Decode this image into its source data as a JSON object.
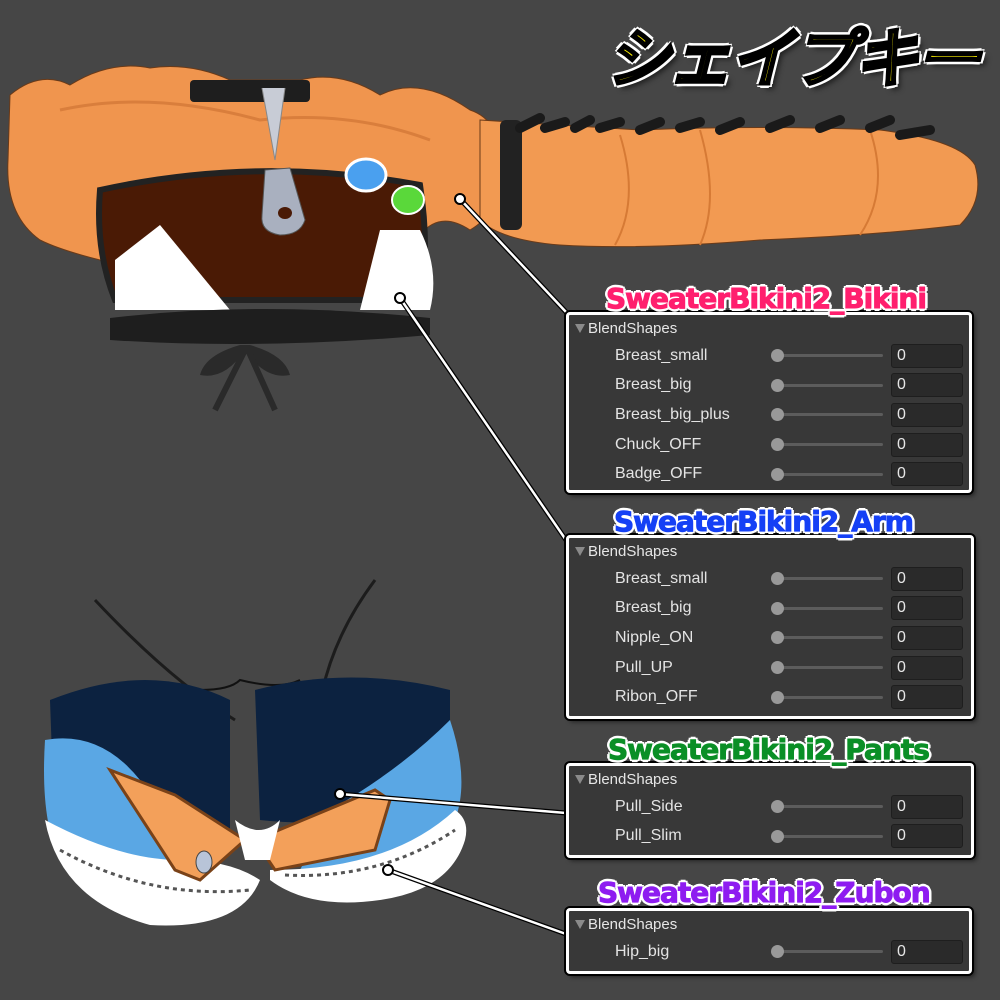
{
  "title": "シェイプキー",
  "colors": {
    "background": "#464646",
    "title_fill": "#fff200",
    "bikini": "#ff1f6e",
    "arm": "#1540f5",
    "pants": "#0a8f26",
    "zubon": "#8e1cf0"
  },
  "panels": [
    {
      "name": "SweaterBikini2_Bikini",
      "section": "BlendShapes",
      "shapes": [
        {
          "label": "Breast_small",
          "value": "0"
        },
        {
          "label": "Breast_big",
          "value": "0"
        },
        {
          "label": "Breast_big_plus",
          "value": "0"
        },
        {
          "label": "Chuck_OFF",
          "value": "0"
        },
        {
          "label": "Badge_OFF",
          "value": "0"
        }
      ]
    },
    {
      "name": "SweaterBikini2_Arm",
      "section": "BlendShapes",
      "shapes": [
        {
          "label": "Breast_small",
          "value": "0"
        },
        {
          "label": "Breast_big",
          "value": "0"
        },
        {
          "label": "Nipple_ON",
          "value": "0"
        },
        {
          "label": "Pull_UP",
          "value": "0"
        },
        {
          "label": "Ribon_OFF",
          "value": "0"
        }
      ]
    },
    {
      "name": "SweaterBikini2_Pants",
      "section": "BlendShapes",
      "shapes": [
        {
          "label": "Pull_Side",
          "value": "0"
        },
        {
          "label": "Pull_Slim",
          "value": "0"
        }
      ]
    },
    {
      "name": "SweaterBikini2_Zubon",
      "section": "BlendShapes",
      "shapes": [
        {
          "label": "Hip_big",
          "value": "0"
        }
      ]
    }
  ]
}
